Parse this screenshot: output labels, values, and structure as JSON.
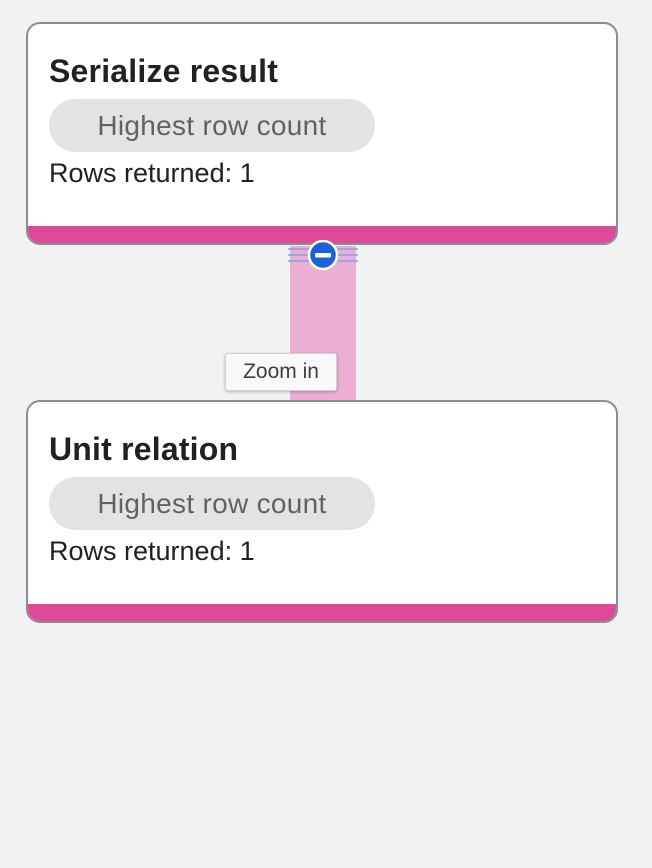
{
  "colors": {
    "background": "#f1f2f4",
    "node_accent": "#de4a98",
    "connector": "#ecaed2",
    "zoom_button": "#1a62d6"
  },
  "nodes": [
    {
      "title": "Serialize result",
      "badge": "Highest row count",
      "rows_label": "Rows returned: 1"
    },
    {
      "title": "Unit relation",
      "badge": "Highest row count",
      "rows_label": "Rows returned: 1"
    }
  ],
  "zoom": {
    "icon": "minus-circle-icon",
    "tooltip": "Zoom in"
  }
}
